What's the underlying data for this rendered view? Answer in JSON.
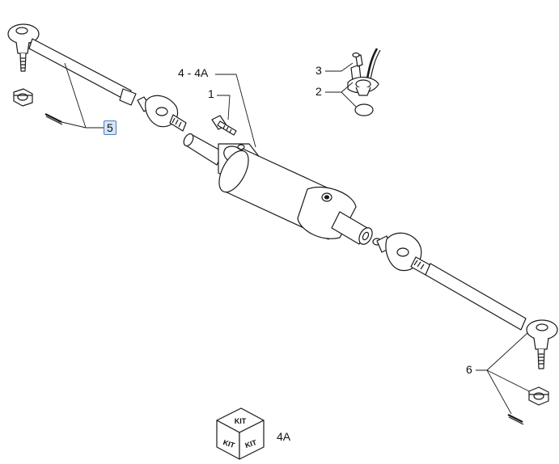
{
  "callouts": {
    "c1": "1",
    "c2": "2",
    "c3": "3",
    "c4": "4 - 4A",
    "c5": "5",
    "c6": "6"
  },
  "kit": {
    "face_text": "KIT",
    "caption": "4A"
  },
  "colors": {
    "line": "#1a1a1a",
    "highlight_fill": "#d6e6f7",
    "highlight_border": "#4a7cc0"
  }
}
